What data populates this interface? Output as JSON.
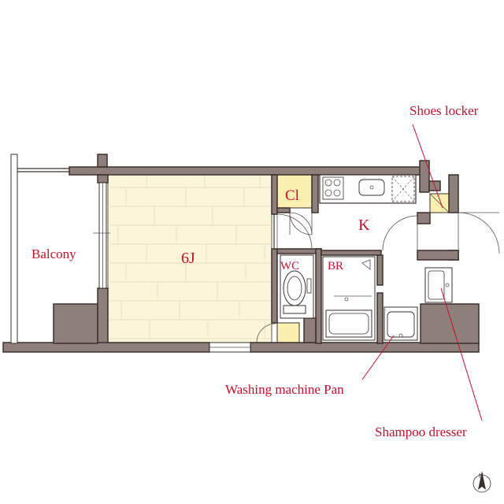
{
  "labels": {
    "shoes_locker": "Shoes locker",
    "closet": "Cl",
    "kitchen": "K",
    "balcony": "Balcony",
    "room": "6J",
    "toilet": "WC",
    "bathroom": "BR",
    "washing_pan": "Washing machine Pan",
    "shampoo_dresser": "Shampoo dresser",
    "north": "N"
  },
  "colors": {
    "wall": "#8f7f7a",
    "room_floor": "#fbf6d9",
    "closet_floor": "#fbf0b0",
    "label": "#c8102e"
  }
}
